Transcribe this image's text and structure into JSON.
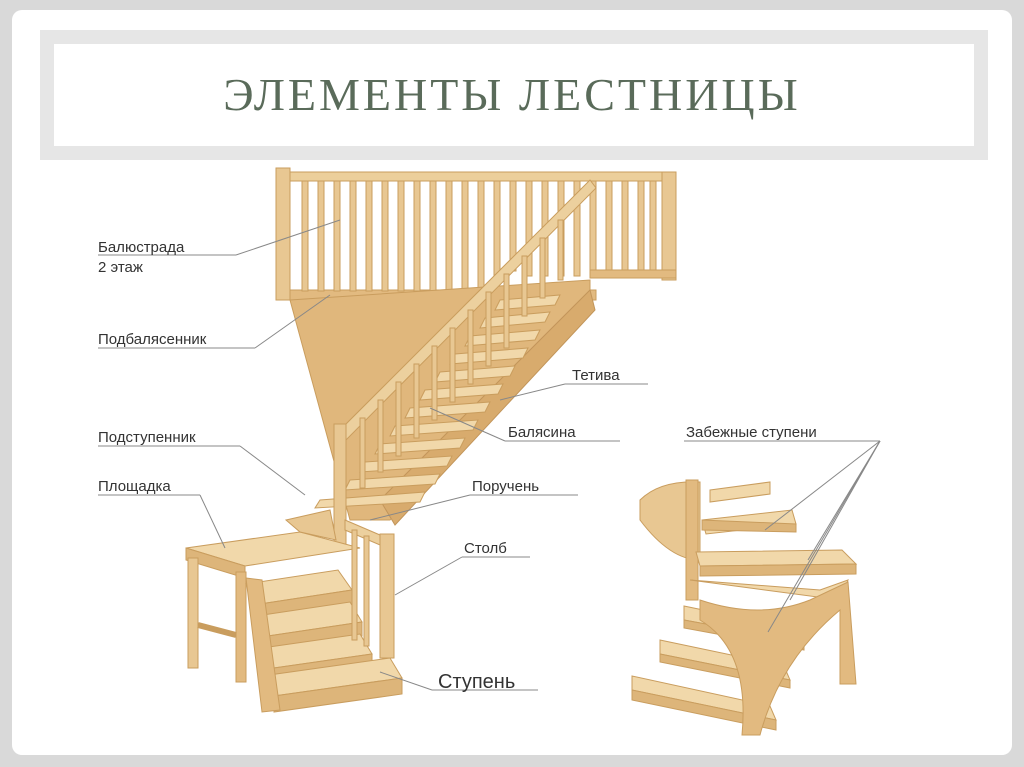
{
  "title": "ЭЛЕМЕНТЫ ЛЕСТНИЦЫ",
  "labels": {
    "balustrade_line1": "Балюстрада",
    "balustrade_line2": "2 этаж",
    "sub_baluster": "Подбалясенник",
    "stringer": "Тетива",
    "baluster": "Балясина",
    "riser": "Подступенник",
    "winder_steps": "Забежные ступени",
    "landing": "Площадка",
    "handrail": "Поручень",
    "post": "Столб",
    "step": "Ступень"
  },
  "colors": {
    "wood": "#e8c792",
    "wood_dark": "#c99d5e",
    "wood_light": "#f3dcb2",
    "title": "#5a6b5a"
  }
}
